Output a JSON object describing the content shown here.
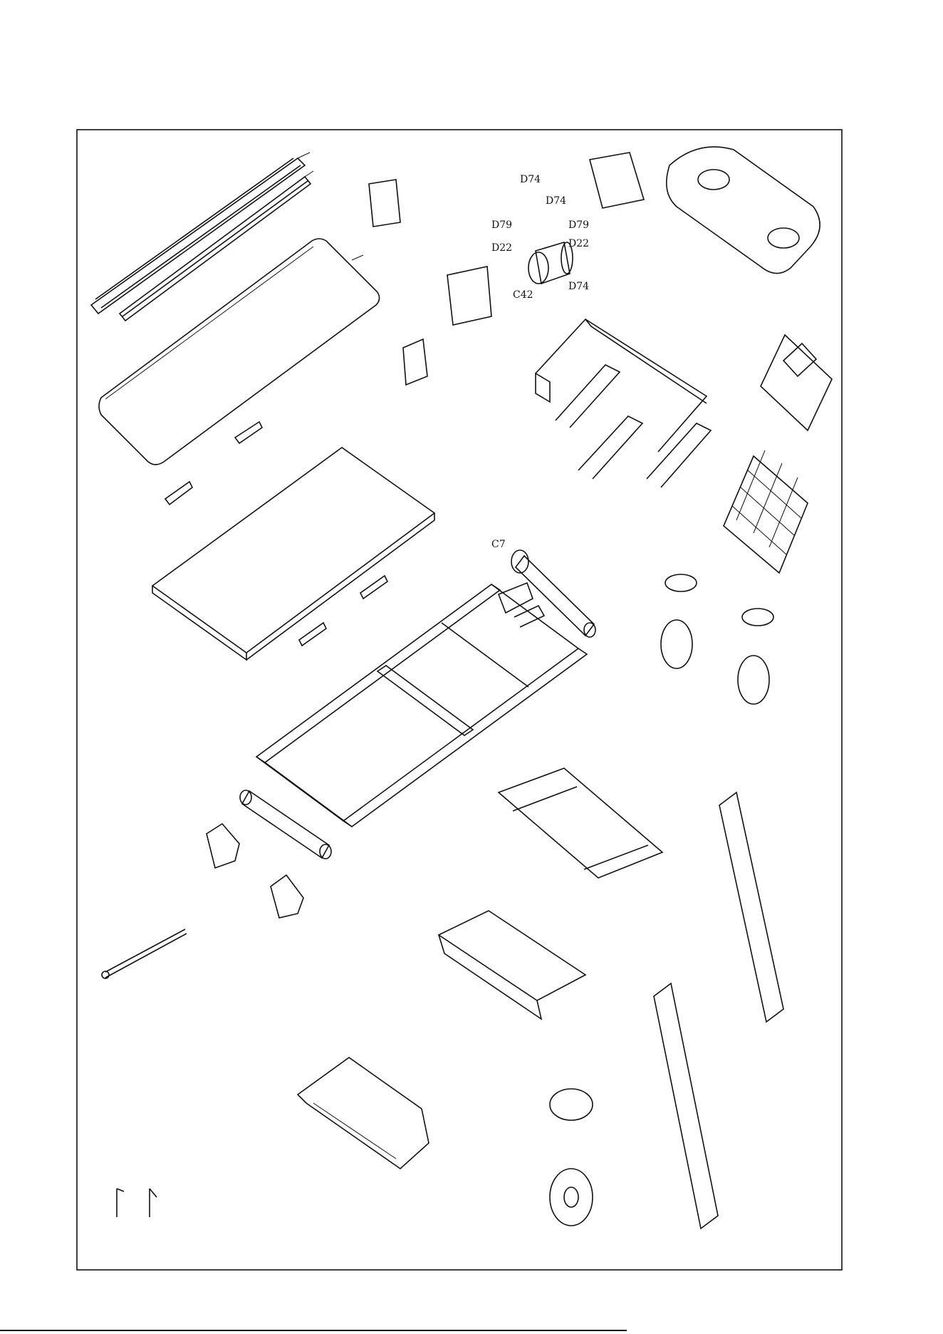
{
  "callouts": {
    "d74_top": "D74",
    "d74_mid": "D74",
    "d79_left": "D79",
    "d79_right": "D79",
    "d22_left": "D22",
    "d22_right": "D22",
    "d74_bottom": "D74",
    "c42": "C42",
    "c7": "C7"
  },
  "colors": {
    "line": "#111111",
    "background": "#ffffff"
  }
}
